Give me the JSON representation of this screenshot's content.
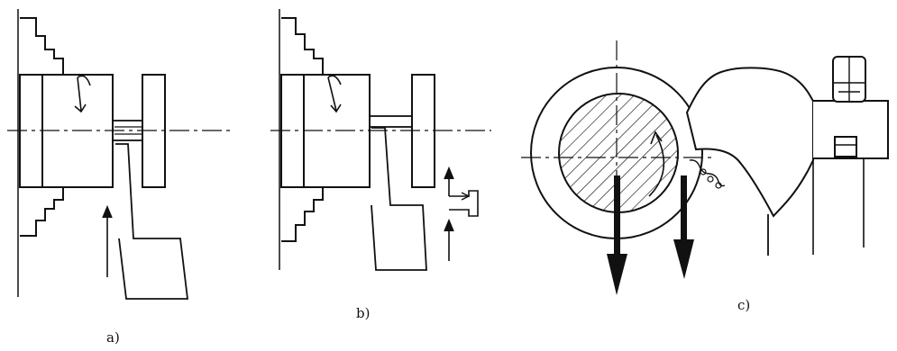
{
  "captions": {
    "a": "a)",
    "b": "b)",
    "c": "c)"
  }
}
